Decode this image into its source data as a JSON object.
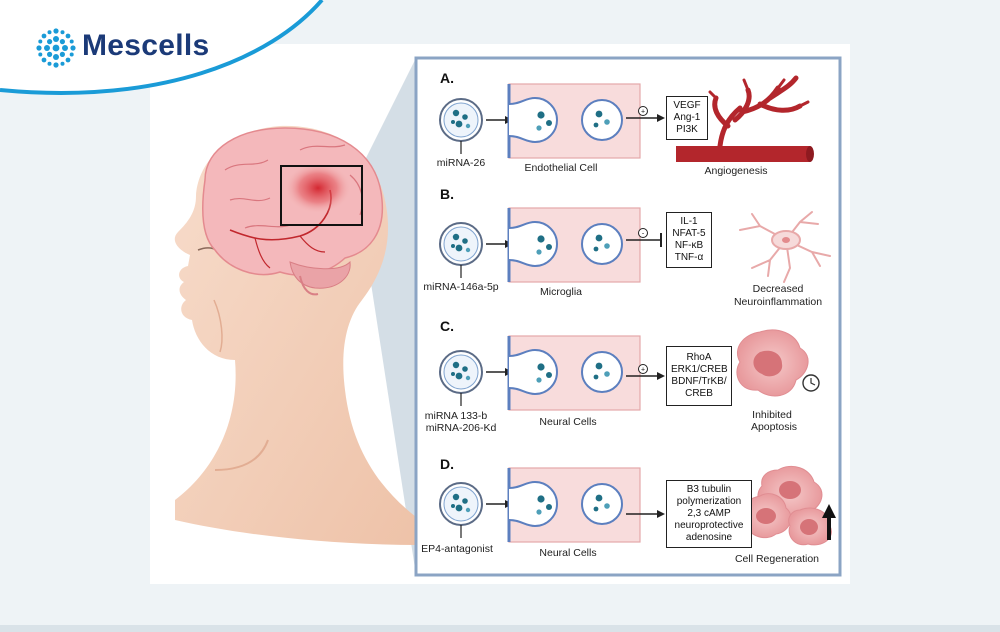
{
  "brand": {
    "name": "Mescells",
    "logo_icon": "dot-flower-logo-icon",
    "color": "#1b3a78",
    "accent": "#1a9bd7"
  },
  "panels": [
    {
      "letter": "A.",
      "mirna": [
        "miRNA-26"
      ],
      "cell_label": "Endothelial Cell",
      "effect_sign": "+",
      "factors": [
        "VEGF",
        "Ang-1",
        "PI3K"
      ],
      "outcome": [
        "Angiogenesis"
      ]
    },
    {
      "letter": "B.",
      "mirna": [
        "miRNA-146a-5p"
      ],
      "cell_label": "Microglia",
      "effect_sign": "-",
      "factors": [
        "IL-1",
        "NFAT-5",
        "NF-κB",
        "TNF-α"
      ],
      "outcome": [
        "Decreased",
        "Neuroinflammation"
      ]
    },
    {
      "letter": "C.",
      "mirna": [
        "miRNA 133-b",
        "miRNA-206-Kd"
      ],
      "cell_label": "Neural Cells",
      "effect_sign": "+",
      "factors": [
        "RhoA",
        "ERK1/CREB",
        "BDNF/TrKB/",
        "CREB"
      ],
      "outcome": [
        "Inhibited",
        "Apoptosis"
      ]
    },
    {
      "letter": "D.",
      "mirna": [
        "EP4-antagonist"
      ],
      "cell_label": "Neural Cells",
      "effect_sign": "",
      "factors": [
        "B3 tubulin",
        "polymerization",
        "2,3 cAMP",
        "neuroprotective",
        "adenosine"
      ],
      "outcome": [
        "Cell Regeneration"
      ]
    }
  ]
}
